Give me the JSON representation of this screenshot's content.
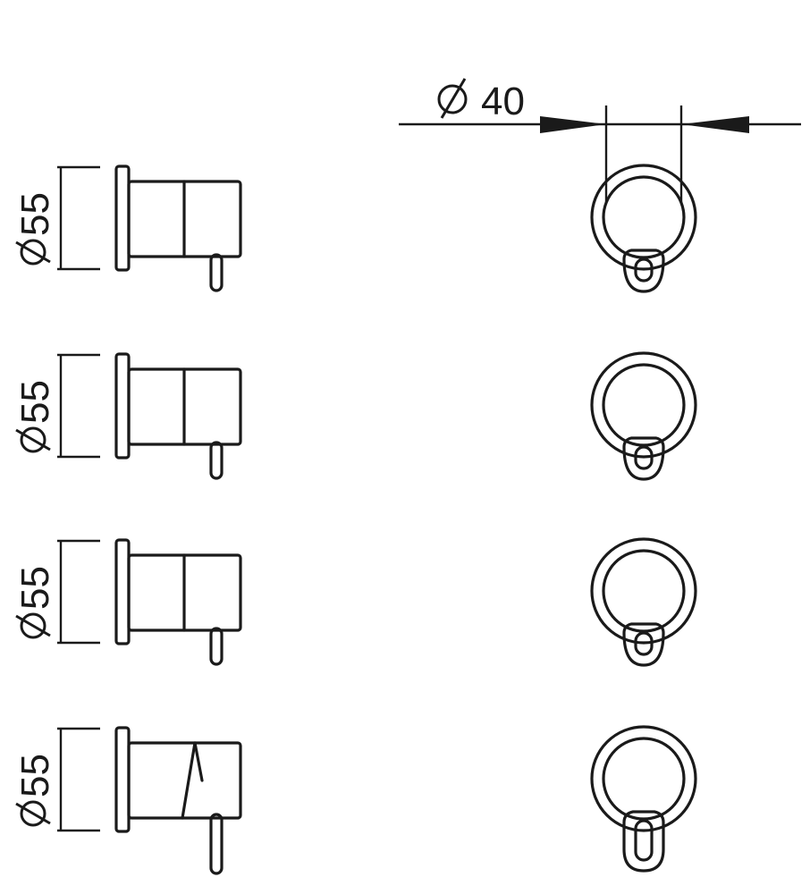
{
  "top_dimension": {
    "symbol": "Ø",
    "value": "40"
  },
  "rows": [
    {
      "side_dimension": {
        "symbol": "Ø",
        "value": "55"
      },
      "variant": "standard"
    },
    {
      "side_dimension": {
        "symbol": "Ø",
        "value": "55"
      },
      "variant": "standard"
    },
    {
      "side_dimension": {
        "symbol": "Ø",
        "value": "55"
      },
      "variant": "standard"
    },
    {
      "side_dimension": {
        "symbol": "Ø",
        "value": "55"
      },
      "variant": "angled-long-lever"
    }
  ],
  "colors": {
    "line": "#1a1a1a",
    "background": "#ffffff"
  }
}
